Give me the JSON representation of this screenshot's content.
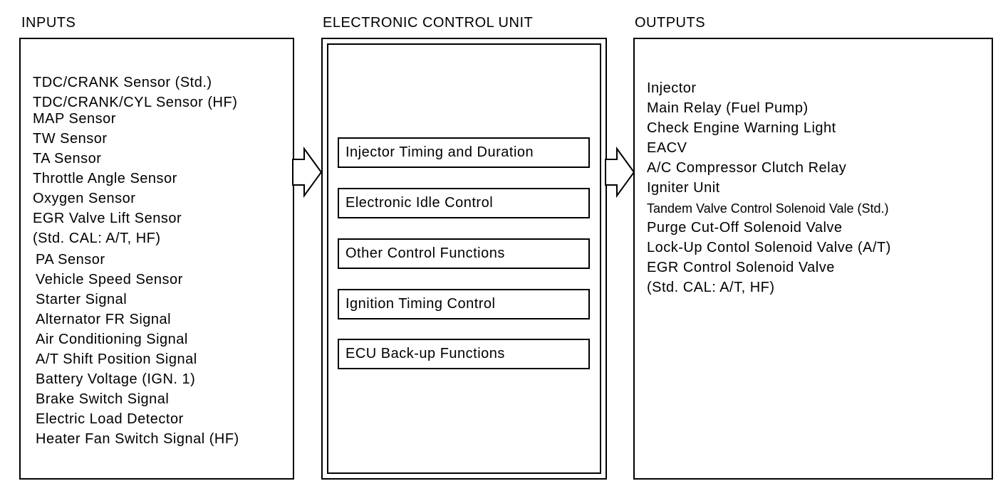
{
  "headings": {
    "inputs": "INPUTS",
    "ecu": "ELECTRONIC CONTROL UNIT",
    "outputs": "OUTPUTS"
  },
  "inputs": [
    "TDC/CRANK Sensor (Std.)",
    "TDC/CRANK/CYL  Sensor  (HF)",
    "MAP Sensor",
    "TW Sensor",
    "TA Sensor",
    "Throttle Angle Sensor",
    "Oxygen Sensor",
    "EGR Valve Lift Sensor",
    "(Std. CAL: A/T, HF)",
    "PA Sensor",
    "Vehicle Speed Sensor",
    "Starter Signal",
    "Alternator FR Signal",
    "Air Conditioning Signal",
    "A/T Shift Position Signal",
    "Battery Voltage (IGN. 1)",
    "Brake Switch Signal",
    "Electric Load Detector",
    "Heater Fan Switch Signal (HF)"
  ],
  "ecu_functions": [
    "Injector Timing and Duration",
    "Electronic Idle Control",
    "Other Control Functions",
    "Ignition Timing Control",
    "ECU Back-up Functions"
  ],
  "outputs": [
    "Injector",
    "Main Relay (Fuel Pump)",
    "Check Engine  Warning Light",
    "EACV",
    "A/C Compressor Clutch Relay",
    "Igniter Unit",
    "Tandem Valve Control Solenoid Vale (Std.)",
    "Purge Cut-Off Solenoid Valve",
    "Lock-Up Contol Solenoid Valve (A/T)",
    "EGR Control Solenoid Valve",
    "(Std. CAL: A/T, HF)"
  ]
}
